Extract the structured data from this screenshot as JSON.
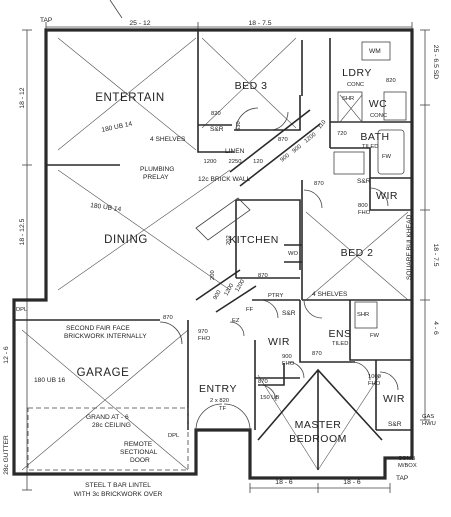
{
  "rooms": {
    "entertain": "ENTERTAIN",
    "bed3": "BED 3",
    "ldry": "LDRY",
    "wc": "WC",
    "bath": "BATH",
    "wir1": "WIR",
    "dining": "DINING",
    "kitchen": "KITCHEN",
    "bed2": "BED 2",
    "garage": "GARAGE",
    "wir2": "WIR",
    "ens": "ENS",
    "wir3": "WIR",
    "entry": "ENTRY",
    "master1": "MASTER",
    "master2": "BEDROOM"
  },
  "dimensions": {
    "top_left": "25 - 12",
    "top_right": "18 - 7.5",
    "left_upper": "18 - 12",
    "left_middle": "18 - 12.5",
    "left_lower": "12 - 6",
    "right_top": "25 - 6.5 SD",
    "right_middle": "18 - 7.5",
    "right_lower": "4 - 6",
    "bottom_left": "18 - 6",
    "bottom_right": "18 - 6",
    "wall_1200": "1200",
    "wall_2250": "2250",
    "wall_1202": "120"
  },
  "labels": {
    "tap_top": "TAP",
    "tap_bottom": "TAP",
    "shelves_1": "4 SHELVES",
    "shelves_2": "4 SHELVES",
    "linen": "LINEN",
    "brick_wall": "12c BRICK WALL",
    "plumbing": "PLUMBING",
    "prelay": "PRELAY",
    "ub_1": "180 UB 14",
    "ub_2": "180 UB 14",
    "ub_3": "180 UB 16",
    "sr_1": "S&R",
    "sr_2": "S&R",
    "sr_3": "S&R",
    "sr_4": "S&R",
    "wm": "WM",
    "conc_1": "CONC",
    "conc_2": "CONC",
    "tiled_1": "TILED",
    "tiled_2": "TILED",
    "shr_1": "SHR",
    "shr_2": "SHR",
    "fw_1": "FW",
    "fw_2": "FW",
    "w820_1": "820",
    "w820_2": "820",
    "w630": "630",
    "w870_1": "870",
    "w870_2": "870",
    "w870_3": "870",
    "w870_4": "870",
    "w870_5": "870",
    "w870_6": "870",
    "w720": "720",
    "w800fho": "800",
    "fho_1": "FHO",
    "wo": "WO",
    "ptry": "PTRY",
    "ez": "EZ",
    "ff": "FF",
    "w970fho": "970",
    "fho_2": "FHO",
    "w900fho": "900",
    "fho_3": "FHO",
    "w1000fho": "1000",
    "fho_4": "FHO",
    "ub150": "150 UB",
    "door_2x820": "2 x 820",
    "tf": "TF",
    "square_bulkhead": "SQUARE BULKHEAD",
    "gas_hwu_1": "GAS",
    "gas_hwu_2": "HWU",
    "comb_1": "COMB",
    "comb_2": "M/BOX",
    "dpl_1": "DPL",
    "dpl_2": "DPL",
    "second_face_1": "SECOND FAIR FACE",
    "second_face_2": "BRICKWORK INTERNALLY",
    "grand_1": "GRAND AT - 6",
    "grand_2": "28c CEILING",
    "remote_1": "REMOTE",
    "remote_2": "SECTIONAL",
    "remote_3": "DOOR",
    "gutter": "28c GUTTER",
    "lintel_1": "STEEL T BAR LINTEL",
    "lintel_2": "WITH 3c BRICKWORK OVER",
    "w900_a": "900",
    "w900_b": "900",
    "w900_c": "900",
    "w1200_a": "1200",
    "w1200_b": "1200",
    "w1200_c": "1200",
    "w200": "200",
    "w202": "202",
    "w110": "110"
  }
}
